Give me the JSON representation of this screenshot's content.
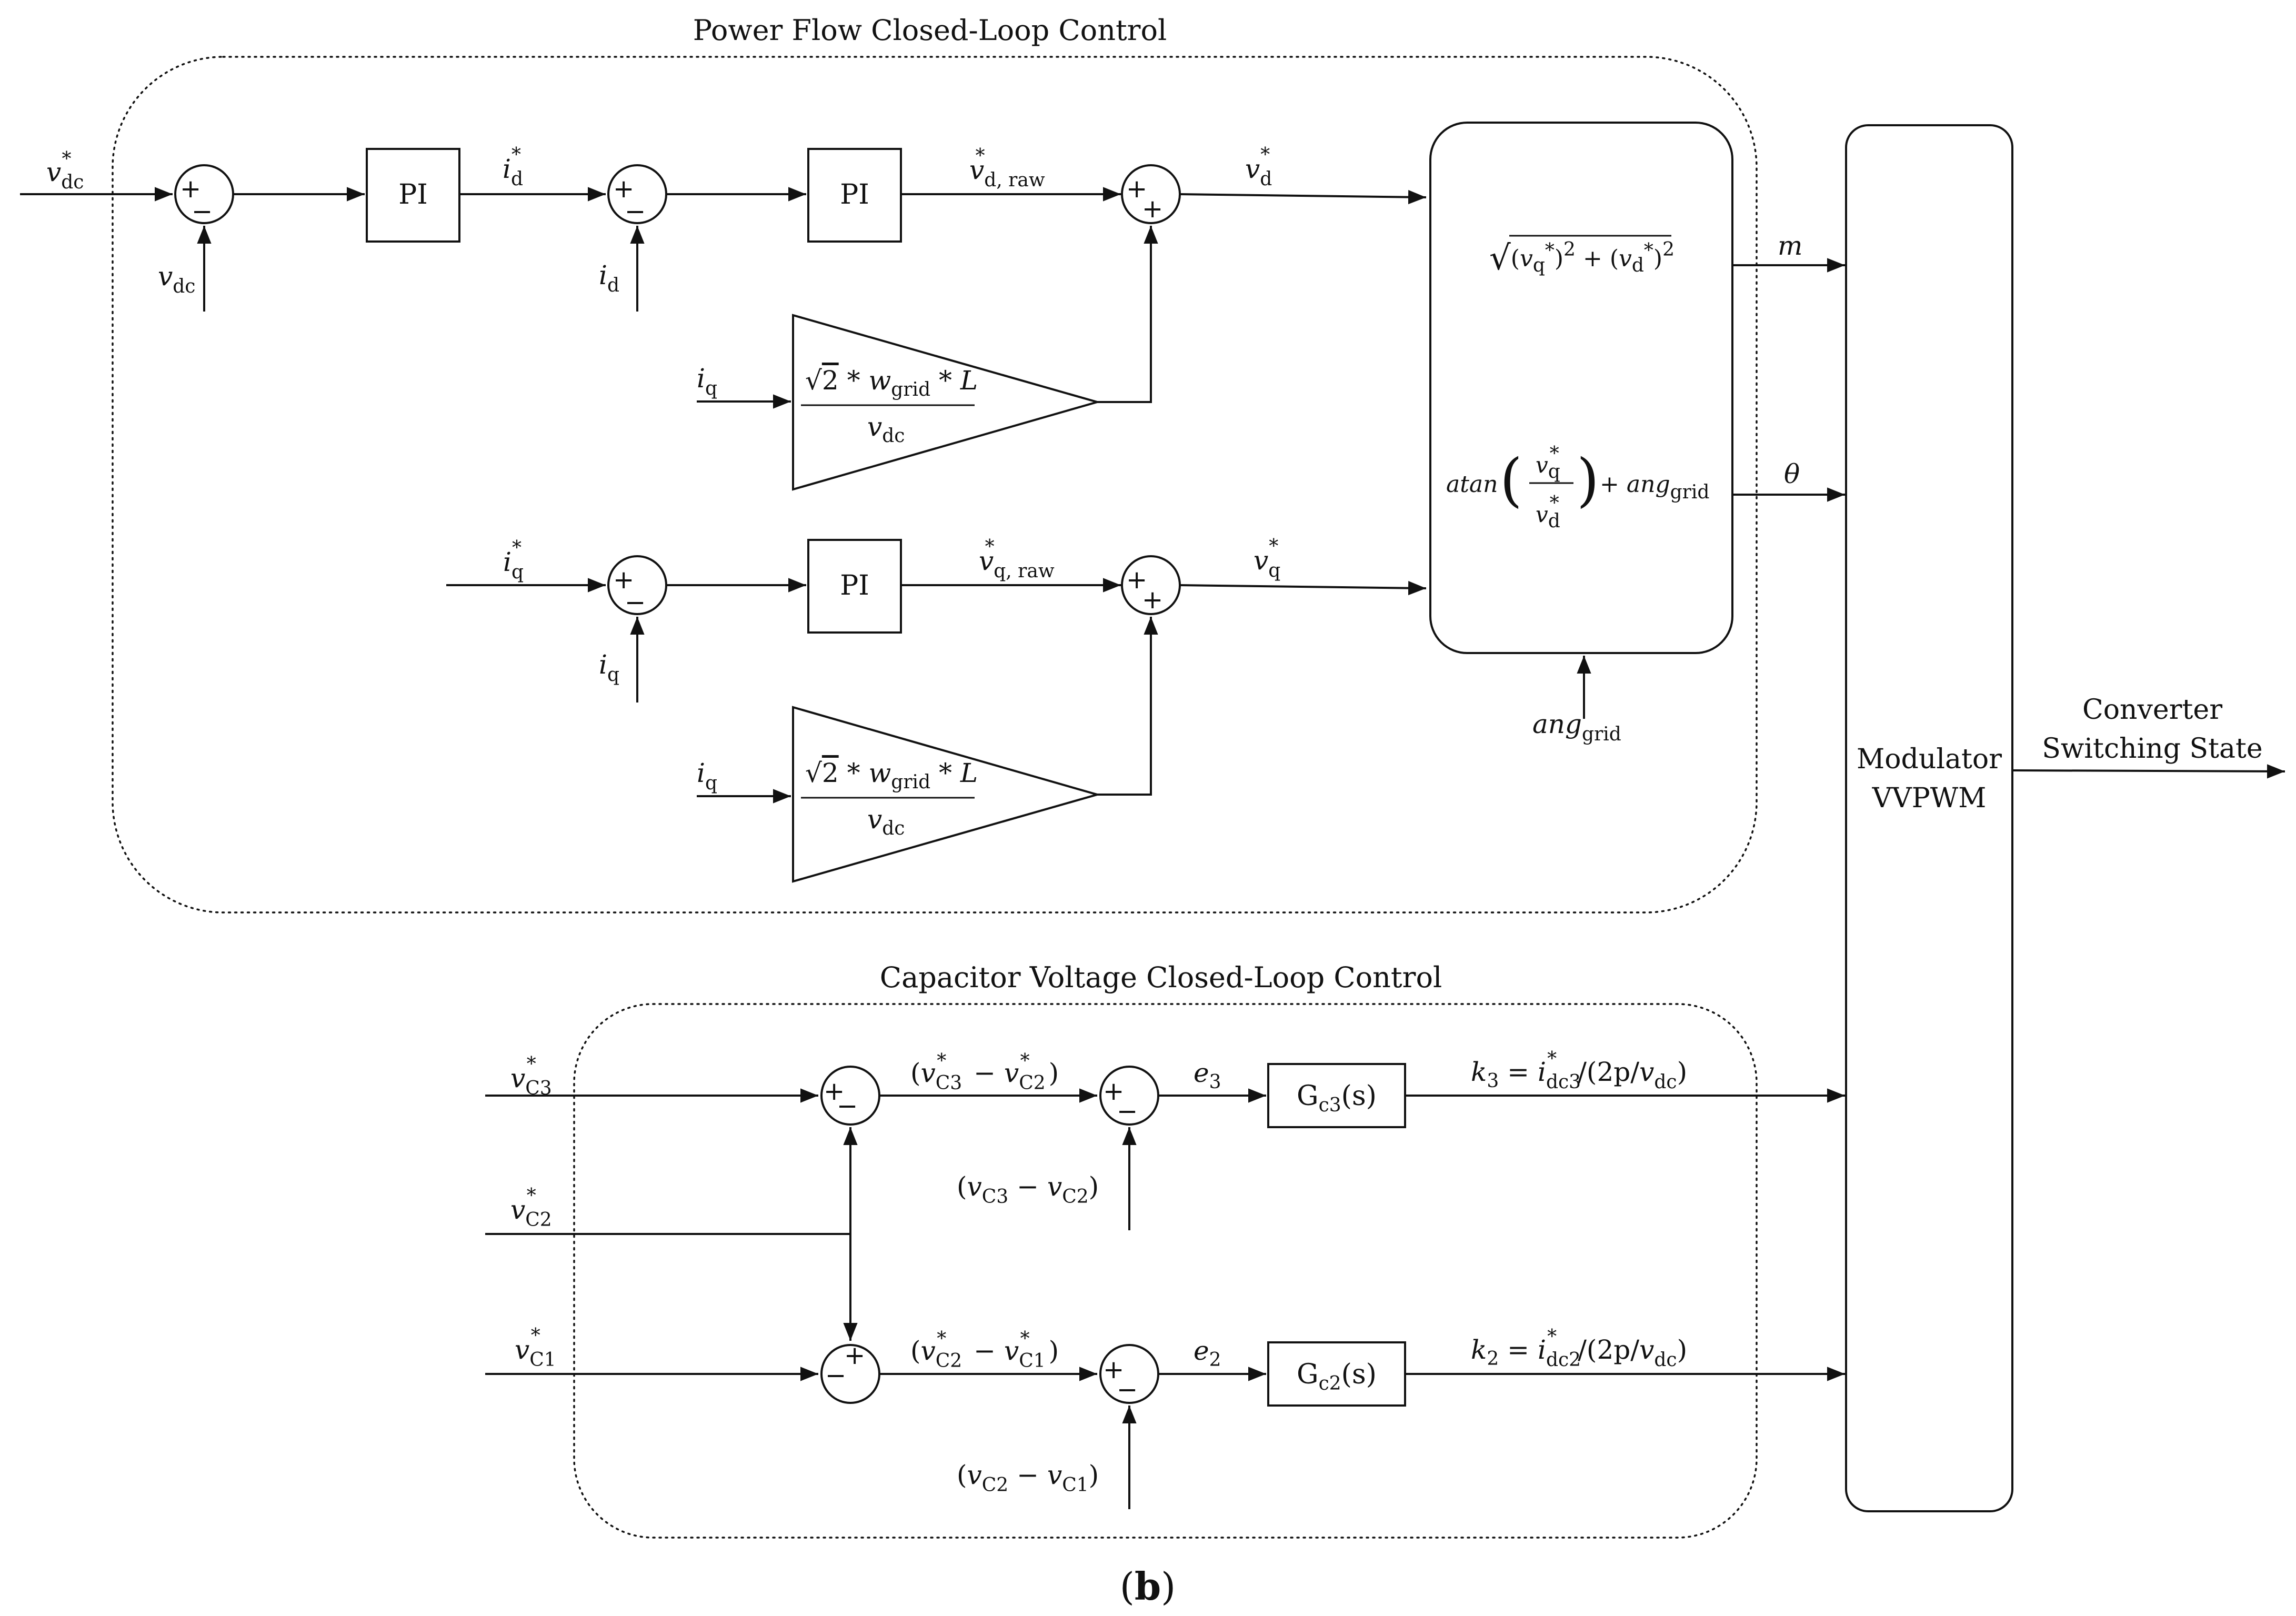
{
  "groups": {
    "power_flow_title": "Power Flow Closed-Loop Control",
    "capacitor_title": "Capacitor Voltage Closed-Loop Control"
  },
  "blocks": {
    "pi": "PI",
    "modulator_line1": "Modulator",
    "modulator_line2": "VVPWM",
    "gc3_base": "G",
    "gc3_sub": "c3",
    "gc3_arg": "(s)",
    "gc2_base": "G",
    "gc2_sub": "c2",
    "gc2_arg": "(s)"
  },
  "summer_signs": {
    "plus": "+",
    "minus": "−"
  },
  "signals": {
    "v": "v",
    "i": "i",
    "e": "e",
    "k": "k",
    "m": "m",
    "theta": "θ",
    "star": "*",
    "dc": "dc",
    "d": "d",
    "q": "q",
    "d_raw": "d, raw",
    "q_raw": "q, raw",
    "c1": "C1",
    "c2": "C2",
    "c3": "C3",
    "two": "2",
    "three": "3",
    "ang": "ang",
    "grid": "grid"
  },
  "expressions": {
    "vc3_minus_vc2_ref": "(v*C3 − v*C2)",
    "vc2_minus_vc1_ref": "(v*C2 − v*C1)",
    "vc3_minus_vc2_meas": "(vC3 − vC2)",
    "vc2_minus_vc1_meas": "(vC2 − vC1)",
    "k3": "k3 = i*dc3/(2p/vdc)",
    "k2": "k2 = i*dc2/(2p/vdc)",
    "magnitude": "√((v*q)² + (v*d)²)",
    "angle": "atan(v*q / v*d) + anggrid",
    "gain": "√2 * wgrid * L / vdc"
  },
  "gain_parts": {
    "sqrt": "√",
    "two": "2",
    "op": " * ",
    "w": "w",
    "grid": "grid",
    "L": "L",
    "v": "v",
    "dc": "dc"
  },
  "calc_parts": {
    "sqrt": "√",
    "open": "(",
    "close": ")",
    "sq": "2",
    "plus": "+",
    "atan": "atan",
    "ang": "ang",
    "grid": "grid"
  },
  "math_parts": {
    "minus": "−",
    "eq": "=",
    "slash": "/",
    "lpar": "(",
    "rpar": ")",
    "twop": "2p"
  },
  "output": {
    "line1": "Converter",
    "line2": "Switching State"
  },
  "caption": {
    "open": "(",
    "letter": "b",
    "close": ")"
  }
}
